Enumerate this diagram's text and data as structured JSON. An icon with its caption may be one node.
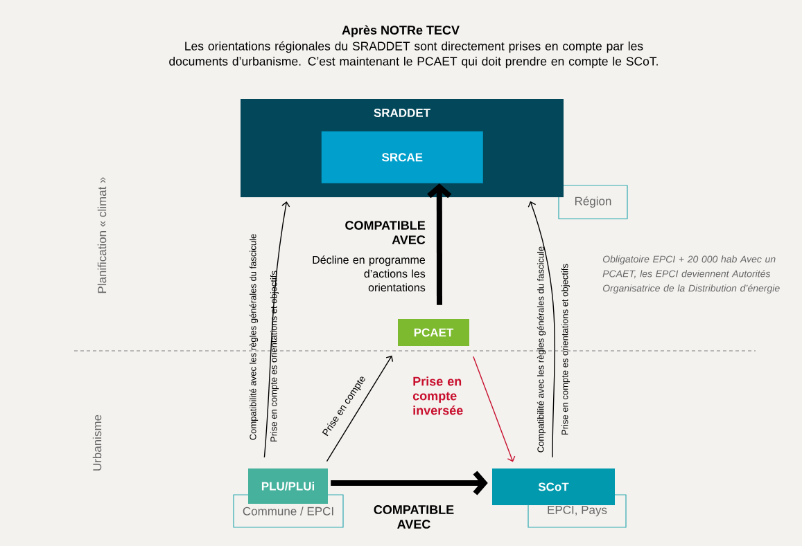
{
  "diagram": {
    "title": "Après NOTRe TECV",
    "nodes": [
      {
        "text": [
          "SRADDET"
        ]
      },
      {
        "text": [
          "SRCAE"
        ],
        "in": 0
      },
      {
        "text": [
          "Région"
        ]
      },
      {
        "text": [
          "PCAET"
        ]
      },
      {
        "text": [
          "PLU/PLUi"
        ]
      },
      {
        "text": [
          "Commune / EPCI"
        ]
      },
      {
        "text": [
          "SCoT"
        ]
      },
      {
        "text": [
          "EPCI, Pays"
        ]
      }
    ],
    "edges": [
      {
        "from": 3,
        "to": 1,
        "arrow": "to",
        "label": "COMPATIBLE AVEC",
        "style": "thick"
      },
      {
        "from": 4,
        "to": 6,
        "arrow": "to",
        "label": "COMPATIBLE AVEC",
        "style": "thick"
      },
      {
        "from": 4,
        "to": 3,
        "arrow": "to",
        "label": "Prise en compte"
      },
      {
        "from": 3,
        "to": 6,
        "arrow": "to",
        "label": "Prise en compte inversée",
        "color": "#c8102e"
      },
      {
        "from": 4,
        "to": 0,
        "arrow": "to",
        "label": "Compatibilité avec les règles générales du fascicule"
      },
      {
        "from": 6,
        "to": 0,
        "arrow": "to",
        "label": "Compatibilité avec les règles générales du fascicule"
      }
    ],
    "labels": [
      "Les orientations régionales du SRADDET sont directement prises en compte par les documents d’urbanisme. C’est maintenant le PCAET qui doit prendre en compte le SCoT.",
      "Planification « climat »",
      "Décline en programme d’actions les orientations",
      "Prise en compte es orientations et objectifs",
      "Obligatoire EPCI + 20 000 hab Avec un PCAET, les EPCI deviennent Autorités Organisatrice de la Distribution d’énergie",
      "Prise en compte es orientations et objectifs",
      "Urbanisme"
    ]
  }
}
